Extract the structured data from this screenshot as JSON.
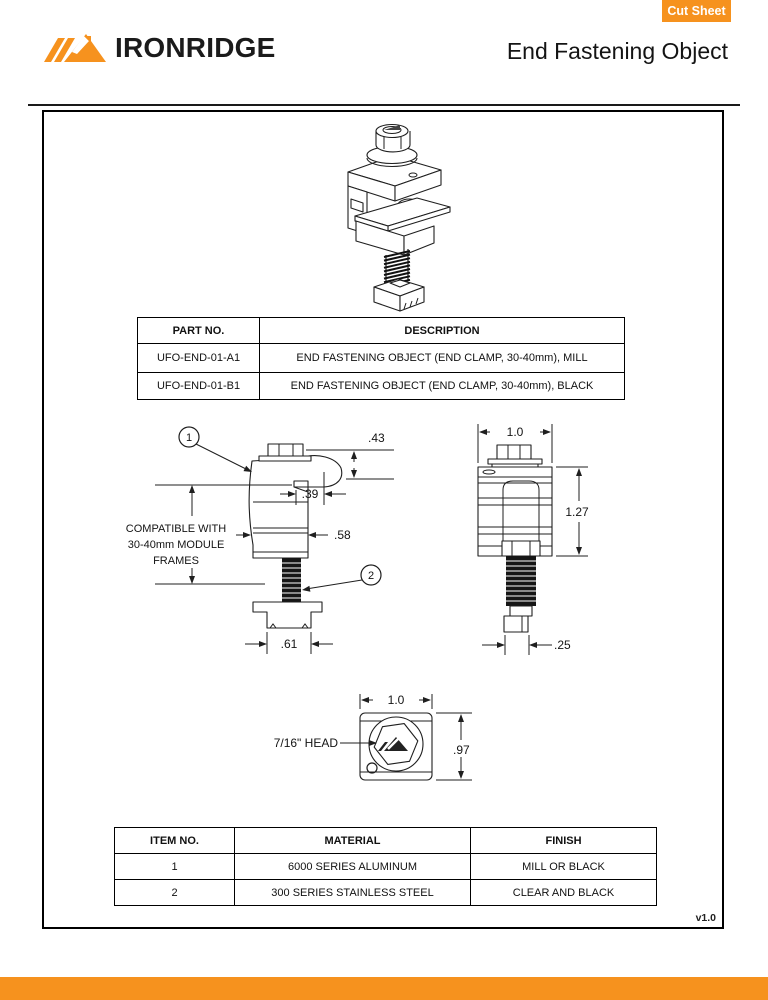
{
  "badge": {
    "label": "Cut Sheet"
  },
  "header": {
    "brand": "IRONRIDGE",
    "title": "End Fastening Object"
  },
  "parts_table": {
    "headers": [
      "PART NO.",
      "DESCRIPTION"
    ],
    "rows": [
      [
        "UFO-END-01-A1",
        "END FASTENING OBJECT (END CLAMP, 30-40mm), MILL"
      ],
      [
        "UFO-END-01-B1",
        "END FASTENING OBJECT (END CLAMP, 30-40mm), BLACK"
      ]
    ]
  },
  "materials_table": {
    "headers": [
      "ITEM NO.",
      "MATERIAL",
      "FINISH"
    ],
    "rows": [
      [
        "1",
        "6000 SERIES ALUMINUM",
        "MILL OR BLACK"
      ],
      [
        "2",
        "300 SERIES STAINLESS STEEL",
        "CLEAR AND BLACK"
      ]
    ]
  },
  "drawings": {
    "side_view": {
      "callout_1": "1",
      "callout_2": "2",
      "dim_top": ".43",
      "dim_lip": ".39",
      "dim_body": ".58",
      "dim_base": ".61",
      "note_line1": "COMPATIBLE WITH",
      "note_line2": "30-40mm MODULE",
      "note_line3": "FRAMES"
    },
    "front_view": {
      "dim_width": "1.0",
      "dim_height": "1.27",
      "dim_stud": ".25"
    },
    "top_view": {
      "dim_width": "1.0",
      "dim_height": ".97",
      "head_label": "7/16\" HEAD"
    }
  },
  "footer": {
    "version": "v1.0"
  },
  "colors": {
    "accent_orange": "#F6921E",
    "line": "#1A1A1A"
  }
}
